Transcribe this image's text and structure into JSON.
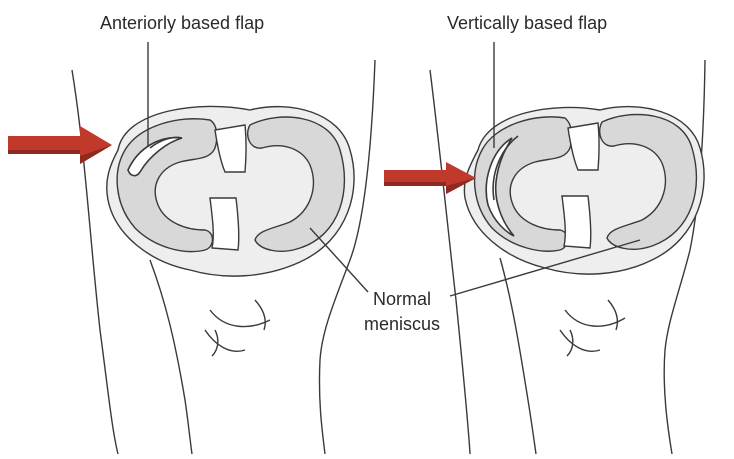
{
  "labels": {
    "left_panel": "Anteriorly based flap",
    "right_panel": "Vertically based flap",
    "normal_line1": "Normal",
    "normal_line2": "meniscus"
  },
  "colors": {
    "line": "#3a3a3a",
    "meniscus_fill": "#d8d8d8",
    "plateau_fill": "#eeeeee",
    "arrow": "#c0392b",
    "arrow_dark": "#8e2a20"
  }
}
